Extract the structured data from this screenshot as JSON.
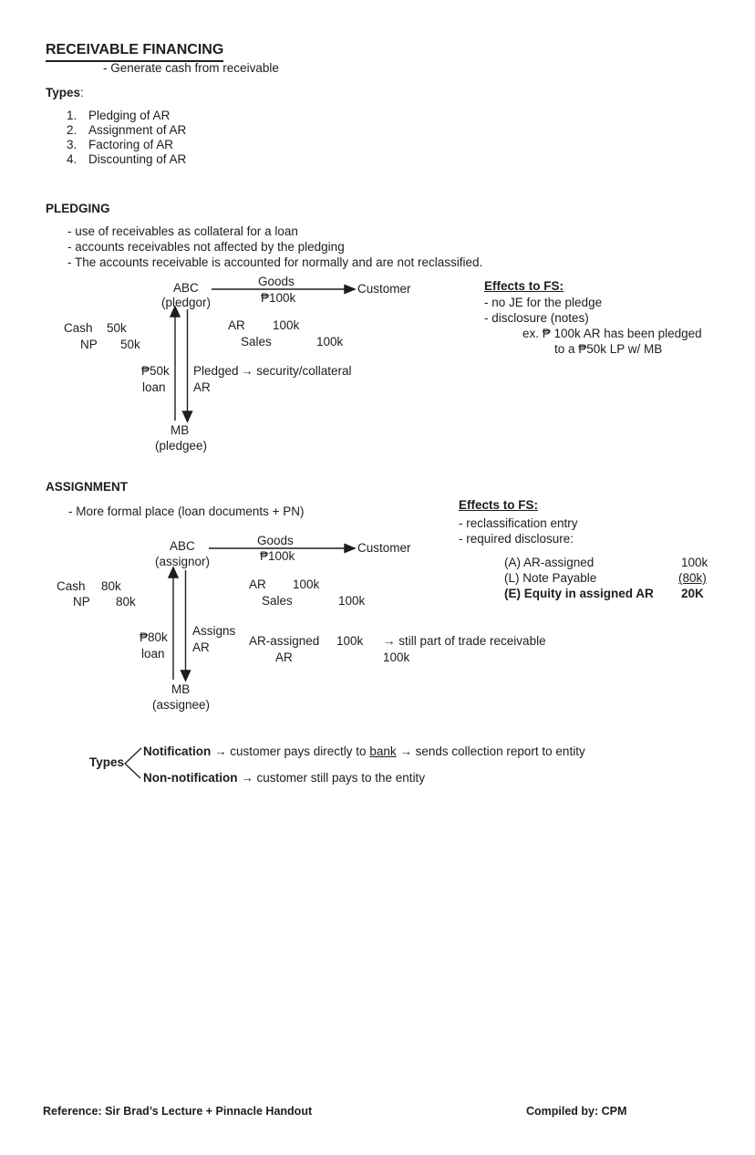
{
  "header": {
    "title": "RECEIVABLE FINANCING",
    "subtitle": "- Generate cash from receivable",
    "types_label": "Types",
    "types_colon": ":",
    "list": [
      {
        "num": "1.",
        "label": "Pledging of AR"
      },
      {
        "num": "2.",
        "label": "Assignment of AR"
      },
      {
        "num": "3.",
        "label": "Factoring of AR"
      },
      {
        "num": "4.",
        "label": "Discounting of AR"
      }
    ]
  },
  "pledging": {
    "heading": "PLEDGING",
    "bullets": [
      "- use of receivables as collateral for a loan",
      "- accounts receivables not affected by the pledging",
      "- The accounts receivable is accounted for normally and are not reclassified."
    ],
    "diagram": {
      "company": "ABC",
      "company_role": "(pledgor)",
      "flow_label": "Goods",
      "flow_amount": "₱100k",
      "customer": "Customer",
      "je_loan": {
        "debit": "Cash",
        "debit_amt": "50k",
        "credit": "NP",
        "credit_amt": "50k"
      },
      "je_sale": {
        "debit": "AR",
        "debit_amt": "100k",
        "credit": "Sales",
        "credit_amt": "100k"
      },
      "loan_amount": "₱50k",
      "loan_word": "loan",
      "pledge_word": "Pledged",
      "pledge_word2": "AR",
      "pledge_note": "→ security/collateral",
      "bank": "MB",
      "bank_role": "(pledgee)"
    },
    "effects": {
      "heading": "Effects to FS:",
      "line1": "- no JE for the pledge",
      "line2": "- disclosure (notes)",
      "example1": "ex. ₱ 100k AR has been pledged",
      "example2": "to a ₱50k LP w/ MB"
    }
  },
  "assignment": {
    "heading": "ASSIGNMENT",
    "bullet": "- More formal place (loan documents + PN)",
    "diagram": {
      "company": "ABC",
      "company_role": "(assignor)",
      "flow_label": "Goods",
      "flow_amount": "₱100k",
      "customer": "Customer",
      "je_loan": {
        "debit": "Cash",
        "debit_amt": "80k",
        "credit": "NP",
        "credit_amt": "80k"
      },
      "je_sale": {
        "debit": "AR",
        "debit_amt": "100k",
        "credit": "Sales",
        "credit_amt": "100k"
      },
      "je_reclass": {
        "debit": "AR-assigned",
        "debit_amt": "100k",
        "credit": "AR",
        "credit_amt": "100k"
      },
      "reclass_note": "→ still part of trade receivable",
      "loan_amount": "₱80k",
      "loan_word": "loan",
      "assign_word": "Assigns",
      "assign_word2": "AR",
      "bank": "MB",
      "bank_role": "(assignee)"
    },
    "effects": {
      "heading": "Effects to FS:",
      "line1": "- reclassification entry",
      "line2": "- required disclosure:",
      "table": [
        {
          "label": "(A) AR-assigned",
          "value": "100k"
        },
        {
          "label": "(L) Note Payable",
          "value": "(80k)"
        },
        {
          "label": "(E) Equity in assigned AR",
          "value": "20K"
        }
      ]
    }
  },
  "types_branch": {
    "label": "Types",
    "notification_term": "Notification",
    "notification_mid": " → customer pays directly to ",
    "notification_bank": "bank",
    "notification_rest": " → sends collection report to entity",
    "non_notification_term": "Non-notification",
    "non_notification_rest": " → customer still pays to the entity"
  },
  "footer": {
    "reference": "Reference: Sir Brad’s Lecture + Pinnacle Handout",
    "compiled": "Compiled by: CPM"
  }
}
